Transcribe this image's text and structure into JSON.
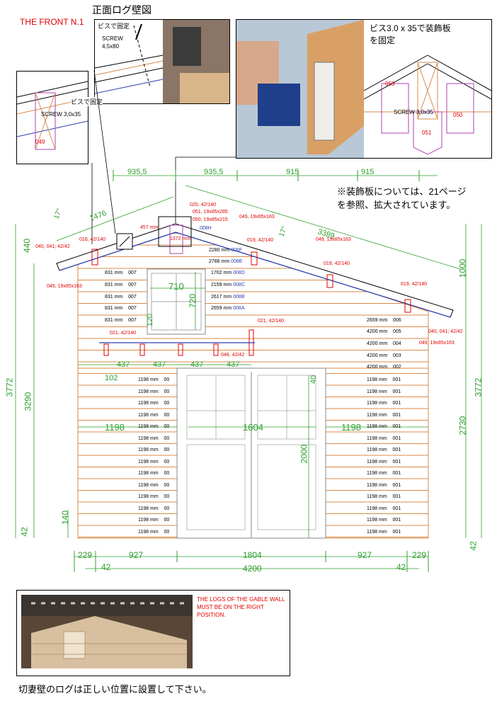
{
  "header": {
    "title_jp": "正面ログ壁図",
    "front_label": "THE FRONT N.1"
  },
  "detail_box_1": {
    "label_jp": "ビスで固定",
    "screw": "SCREW",
    "screw_size": "4,5x80"
  },
  "detail_box_2": {
    "label_jp": "ビスで固定",
    "screw": "SCREW 3,0x35",
    "part": "049"
  },
  "detail_box_3": {
    "note_jp_1": "ビス3.0 x 35で装飾板",
    "note_jp_2": "を固定",
    "part_a": "050",
    "part_b": "050",
    "part_c": "051",
    "screw": "SCREW 3,0x35"
  },
  "note_jp_1": "※装飾板については、21ページ",
  "note_jp_2": "を参照、拡大されています。",
  "top_dims": [
    "935,5",
    "935,5",
    "915",
    "915"
  ],
  "roof": {
    "left_len": "1476",
    "right_len": "3389",
    "angle_left": "17°",
    "angle_right": "17°",
    "left_small": "457 mm",
    "peak_len": "1372 mm"
  },
  "parts": {
    "p020": "020, 42/140",
    "p051": "051, 19x85x285",
    "p050": "050, 19x85x215",
    "p008h": "008H",
    "p049a": "049, 19x85x163",
    "p016": "016, 42/140",
    "p040l": "040, 041; 42/42",
    "p049l": "049, 19x85x163",
    "p019a": "019, 42/140",
    "p049b": "049, 19x85x163",
    "p019b": "019, 42/140",
    "p019c": "019, 42/140",
    "p040r": "040, 041; 42/42",
    "p049r": "049, 19x85x163",
    "p021a": "021, 42/140",
    "p021b": "021, 42/140",
    "p048": "048, 42/42"
  },
  "gable_logs": [
    {
      "len": "2280 mm",
      "id": "008F"
    },
    {
      "len": "2786 mm",
      "id": "008E"
    },
    {
      "len": "1702 mm",
      "id": "008D"
    },
    {
      "len": "2159 mm",
      "id": "008C"
    },
    {
      "len": "2617 mm",
      "id": "008B"
    },
    {
      "len": "2659 mm",
      "id": "008A"
    }
  ],
  "left_short_logs": {
    "len": "831 mm",
    "id": "007"
  },
  "right_upper_logs": [
    {
      "len": "2659 mm",
      "id": "006"
    },
    {
      "len": "4200 mm",
      "id": "005"
    },
    {
      "len": "4200 mm",
      "id": "004"
    },
    {
      "len": "4200 mm",
      "id": "003"
    },
    {
      "len": "4200 mm",
      "id": "002"
    }
  ],
  "wall_log": {
    "len": "1198 mm",
    "id_left": "00",
    "id_right": "001"
  },
  "dims": {
    "window_w": "710",
    "window_h": "720",
    "window_small": "120",
    "d437": "437",
    "d102": "102",
    "d1198l": "1198",
    "d1604": "1604",
    "d1198r": "1198",
    "d2000": "2000",
    "d40": "40",
    "h3772l": "3772",
    "h3290": "3290",
    "h440": "440",
    "h140": "140",
    "h42l": "42",
    "h3772r": "3772",
    "h1000": "1000",
    "h2730": "2730",
    "h42r": "42",
    "b229l": "229",
    "b927l": "927",
    "b1804": "1804",
    "b927r": "927",
    "b229r": "229",
    "b42l": "42",
    "b4200": "4200",
    "b42r": "42"
  },
  "warning": {
    "l1": "THE LOGS OF THE GABLE WALL",
    "l2": "MUST BE ON THE RIGHT",
    "l3": "POSITION."
  },
  "bottom_note_jp": "切妻壁のログは正しい位置に設置して下さい。",
  "colors": {
    "dim_green": "#2ea02e",
    "red": "#e00000",
    "blue": "#2a3fb0",
    "wood": "#d98a4a",
    "wood_fill": "#f7dcc0"
  }
}
